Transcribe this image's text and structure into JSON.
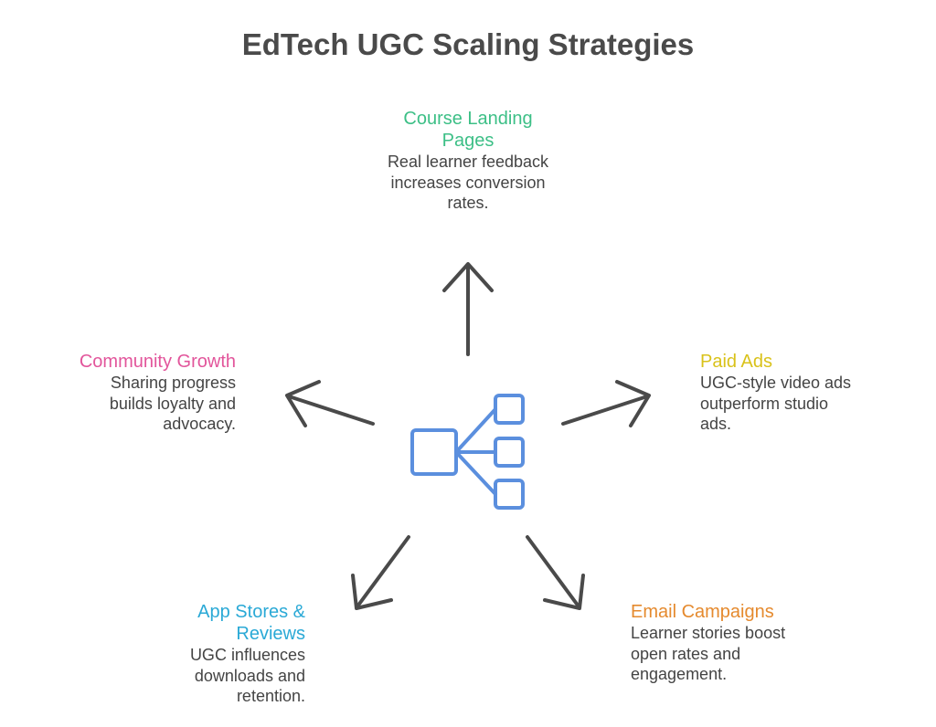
{
  "title": "EdTech UGC Scaling Strategies",
  "colors": {
    "arrow": "#4a4a4a",
    "center_icon": "#5b8fde",
    "course": "#3cbf86",
    "community": "#e2559b",
    "paid": "#d9c21a",
    "app": "#2aa9d6",
    "email": "#e58a2e"
  },
  "center_icon": "hierarchy-icon",
  "nodes": {
    "course": {
      "title": "Course Landing Pages",
      "title_lines": [
        "Course Landing",
        "Pages"
      ],
      "desc_lines": [
        "Real learner feedback",
        "increases conversion",
        "rates."
      ]
    },
    "community": {
      "title": "Community Growth",
      "desc_lines": [
        "Sharing progress",
        "builds loyalty and",
        "advocacy."
      ]
    },
    "paid": {
      "title": "Paid Ads",
      "desc_lines": [
        "UGC-style video ads",
        "outperform studio",
        "ads."
      ]
    },
    "app": {
      "title": "App Stores & Reviews",
      "title_lines": [
        "App Stores &",
        "Reviews"
      ],
      "desc_lines": [
        "UGC influences",
        "downloads and",
        "retention."
      ]
    },
    "email": {
      "title": "Email Campaigns",
      "desc_lines": [
        "Learner stories boost",
        "open rates and",
        "engagement."
      ]
    }
  }
}
